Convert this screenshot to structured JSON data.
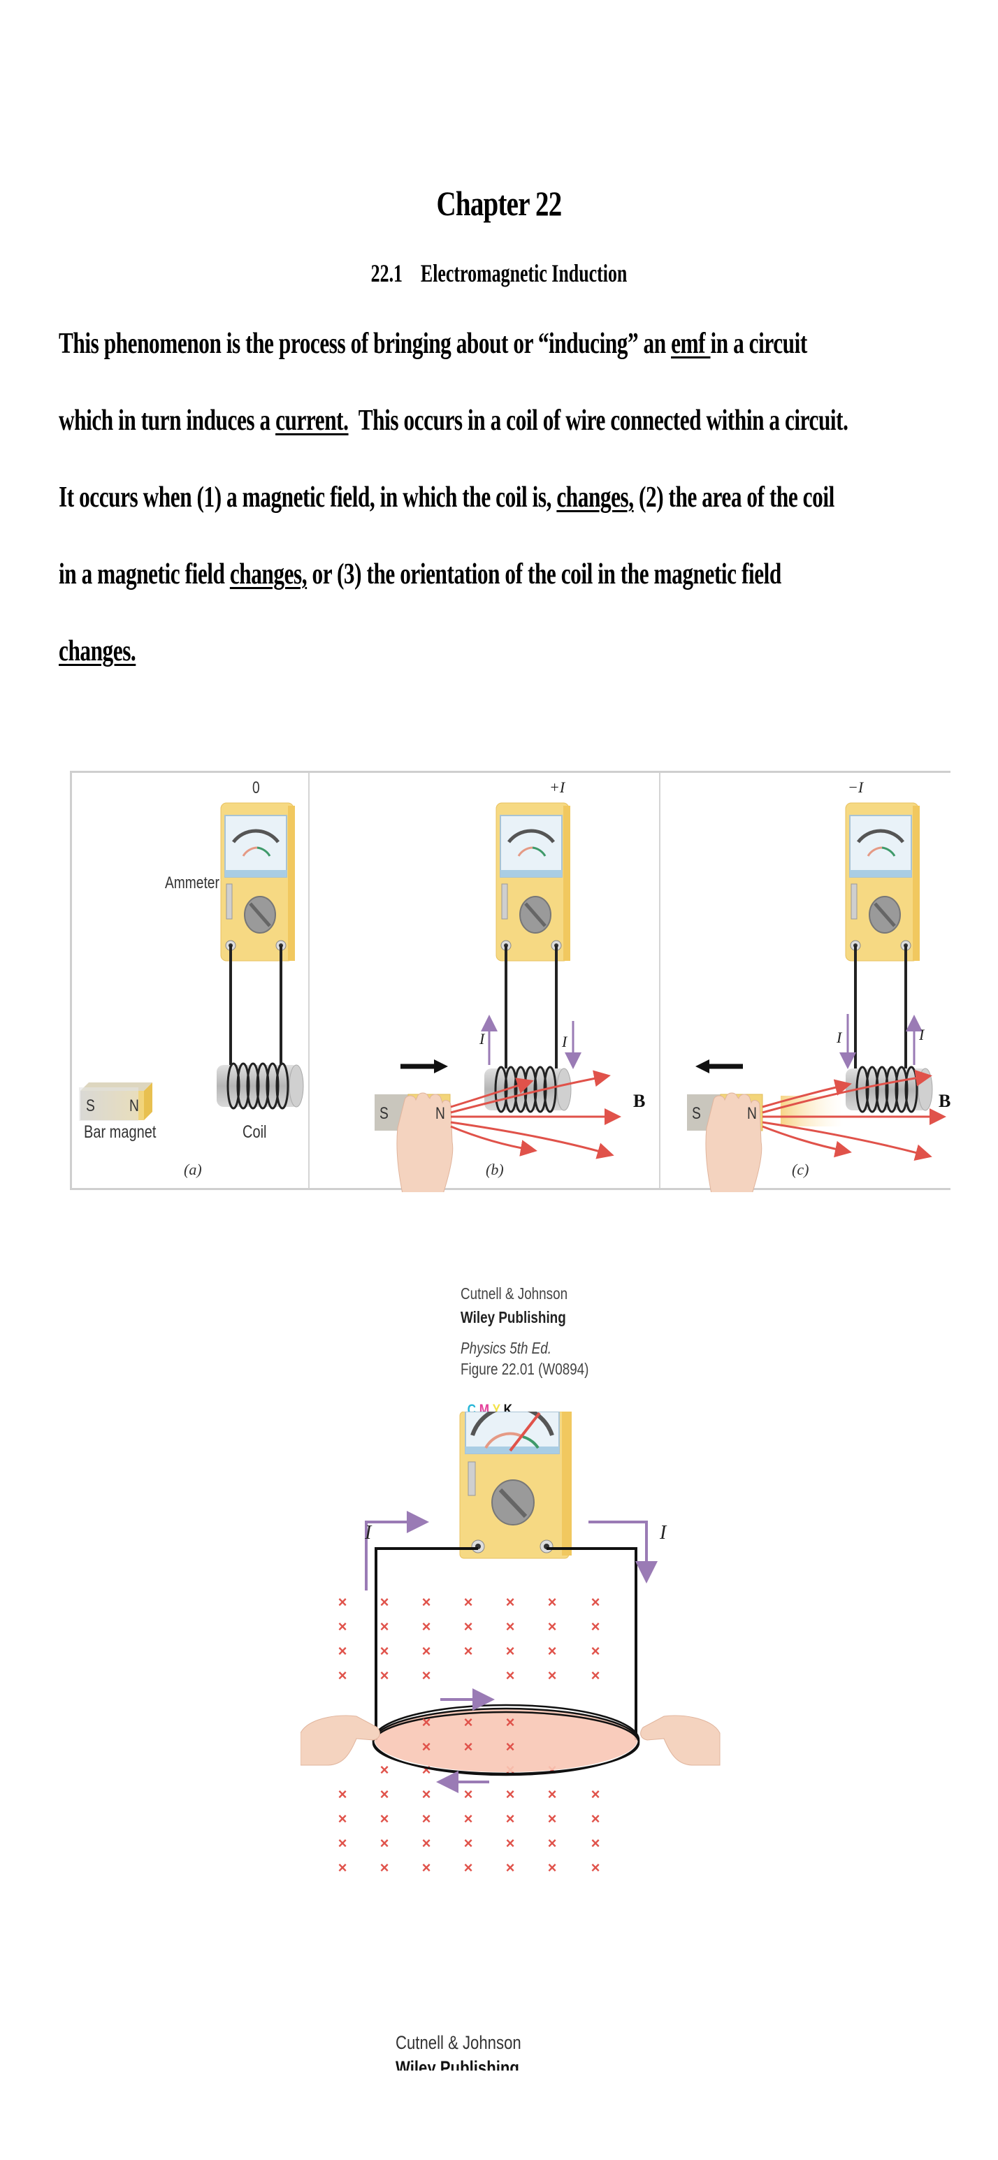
{
  "document": {
    "chapter_title": "Chapter 22",
    "section_title": "22.1    Electromagnetic Induction",
    "paragraph": {
      "lines": [
        {
          "segments": [
            {
              "text": "This phenomenon is the process of bringing about or “inducing” an ",
              "underline": false
            },
            {
              "text": "emf ",
              "underline": true
            },
            {
              "text": "in a circuit",
              "underline": false
            }
          ]
        },
        {
          "segments": [
            {
              "text": "which in turn induces a ",
              "underline": false
            },
            {
              "text": "current.",
              "underline": true
            },
            {
              "text": "  This occurs in a coil of wire connected within a circuit.",
              "underline": false
            }
          ]
        },
        {
          "segments": [
            {
              "text": "It occurs when (1) a magnetic field, in which the coil is, ",
              "underline": false
            },
            {
              "text": "changes,",
              "underline": true
            },
            {
              "text": " (2) the area of the coil",
              "underline": false
            }
          ]
        },
        {
          "segments": [
            {
              "text": "in a magnetic field ",
              "underline": false
            },
            {
              "text": "changes,",
              "underline": true
            },
            {
              "text": " or (3) the orientation of the coil in the magnetic field",
              "underline": false
            }
          ]
        },
        {
          "segments": [
            {
              "text": "changes.",
              "underline": true
            }
          ]
        }
      ]
    }
  },
  "figure1": {
    "panels": [
      {
        "label": "(a)",
        "meter_reading": "0",
        "ammeter_label": "Ammeter",
        "magnet_label": "Bar magnet",
        "coil_label": "Coil",
        "magnet_s": "S",
        "magnet_n": "N"
      },
      {
        "label": "(b)",
        "meter_reading": "+I",
        "current_left": "I",
        "current_right": "I",
        "field_label": "B",
        "magnet_s": "S",
        "magnet_n": "N",
        "motion": "toward coil"
      },
      {
        "label": "(c)",
        "meter_reading": "−I",
        "current_left": "I",
        "current_right": "I",
        "field_label": "B",
        "magnet_s": "S",
        "magnet_n": "N",
        "motion": "away from coil"
      }
    ]
  },
  "figure2": {
    "credit": {
      "authors": "Cutnell & Johnson",
      "publisher": "Wiley Publishing",
      "book": "Physics 5th Ed.",
      "figure_id": "Figure 22.01 (W0894)",
      "cmyk": [
        "C",
        "M",
        "Y",
        "K"
      ]
    },
    "current_left": "I",
    "current_right": "I",
    "field_marker": "×",
    "colors": {
      "field": "#e0524a",
      "current_arrow": "#9a7bb5",
      "loop_fill": "#f8c7b5",
      "meter_body": "#f6d983"
    }
  },
  "footer_credit": {
    "authors": "Cutnell & Johnson",
    "publisher": "Wiley Publishing"
  }
}
